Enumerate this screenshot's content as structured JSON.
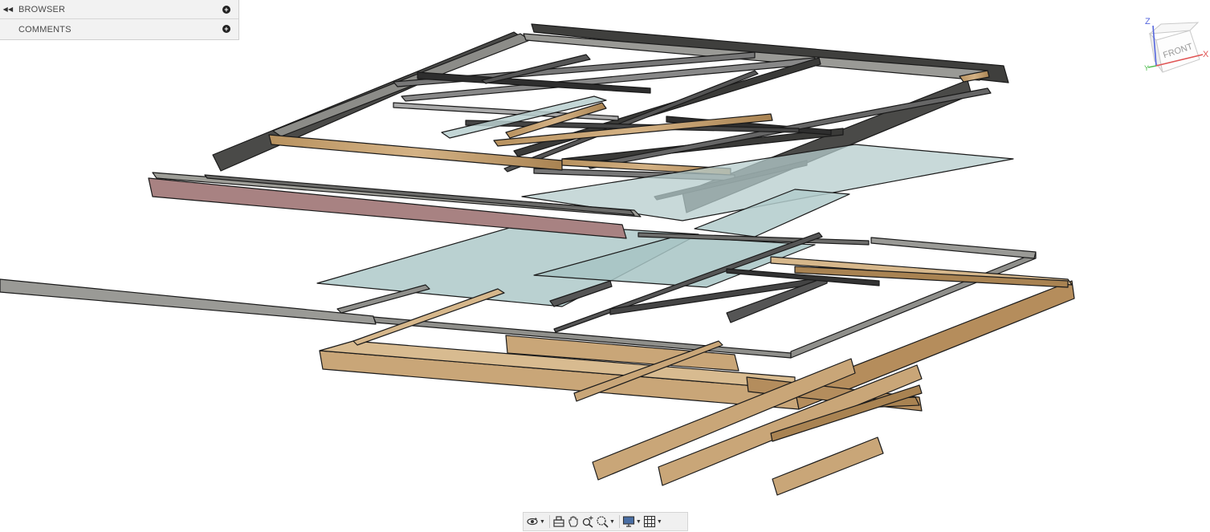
{
  "panel": {
    "browser": {
      "label": "BROWSER"
    },
    "comments": {
      "label": "COMMENTS"
    }
  },
  "viewcube": {
    "face_label": "FRONT",
    "axis_x": "X",
    "axis_y": "Y",
    "axis_z": "Z",
    "colors": {
      "x": "#e05555",
      "y": "#55c055",
      "z": "#5566dd"
    }
  },
  "toolbar": {
    "items": [
      {
        "name": "orbit-tool",
        "icon": "orbit-icon",
        "has_dropdown": true
      },
      {
        "name": "look-at",
        "icon": "look-at-icon",
        "has_dropdown": false
      },
      {
        "name": "pan-tool",
        "icon": "pan-hand-icon",
        "has_dropdown": false
      },
      {
        "name": "zoom-tool",
        "icon": "zoom-icon",
        "has_dropdown": false
      },
      {
        "name": "fit-tool",
        "icon": "zoom-window-icon",
        "has_dropdown": true
      },
      {
        "name": "display-settings",
        "icon": "display-icon",
        "has_dropdown": true
      },
      {
        "name": "grid-settings",
        "icon": "grid-icon",
        "has_dropdown": true
      }
    ]
  },
  "colors": {
    "wood": "#c9a678",
    "wood_dark": "#8a6a42",
    "metal": "#9a9a96",
    "metal_dark": "#4a4a48",
    "glass": "#a9c6c6",
    "red_plate": "#a88282"
  }
}
